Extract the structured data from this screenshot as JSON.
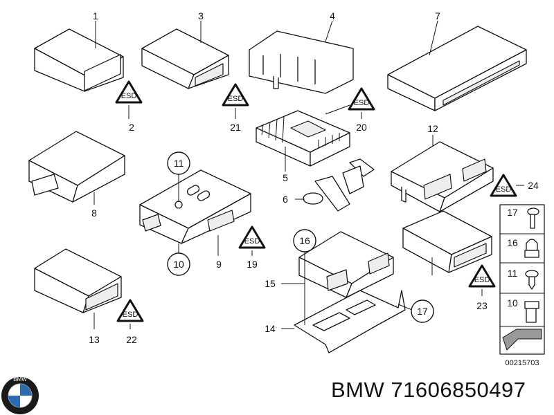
{
  "diagram": {
    "part_numbers": {
      "p1": "1",
      "p2": "2",
      "p3": "3",
      "p4": "4",
      "p5": "5",
      "p6": "6",
      "p7": "7",
      "p8": "8",
      "p9": "9",
      "p10": "10",
      "p11": "11",
      "p12": "12",
      "p13": "13",
      "p14": "14",
      "p15": "15",
      "p16": "16",
      "p17": "17",
      "p19": "19",
      "p20": "20",
      "p21": "21",
      "p22": "22",
      "p23": "23",
      "p24": "24"
    },
    "legend": {
      "items": [
        "17",
        "16",
        "11",
        "10"
      ]
    },
    "diagram_id": "00215703"
  },
  "footer": {
    "brand_text": "BMW 71606850497",
    "logo_letters": "BMW"
  }
}
